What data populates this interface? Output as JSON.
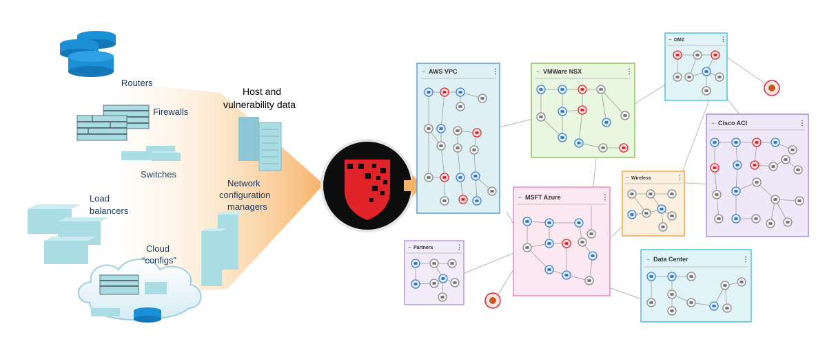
{
  "sources": {
    "routers": "Routers",
    "firewalls": "Firewalls",
    "switches": "Switches",
    "load_balancers_line1": "Load",
    "load_balancers_line2": "balancers",
    "cloud_line1": "Cloud",
    "cloud_line2": "“configs”",
    "host_line1": "Host and",
    "host_line2": "vulnerability data",
    "ncm_line1": "Network",
    "ncm_line2": "configuration",
    "ncm_line3": "managers"
  },
  "zones": {
    "aws": "AWS VPC",
    "vmware": "VMWare NSX",
    "dmz": "DMZ",
    "cisco": "Cisco ACI",
    "wireless": "Wireless",
    "azure": "MSFT Azure",
    "partners": "Partners",
    "datacenter": "Data Center"
  },
  "colors": {
    "label_text": "#17375e",
    "device_cyan": "#a9dde3",
    "device_blue": "#1a8fd6",
    "brick_gray": "#5a6e74",
    "logo_red": "#e1232a",
    "logo_bg": "#0d0d0d",
    "arrow_orange": "#f6b26b",
    "zone_aws": "#5b9bd5",
    "zone_vmware": "#8cc25a",
    "zone_dmz": "#4ec4d8",
    "zone_cisco": "#a58ed6",
    "zone_wireless": "#f0a848",
    "zone_azure": "#e88ab8",
    "zone_partners": "#b59ad6",
    "zone_datacenter": "#4ec4d8"
  },
  "icons": [
    "router-icon",
    "firewall-icon",
    "switch-icon",
    "load-balancer-icon",
    "cloud-icon",
    "server-icon",
    "shield-logo-icon",
    "arrow-right-icon",
    "node-icon",
    "threat-icon",
    "kebab-menu-icon",
    "collapse-icon"
  ]
}
